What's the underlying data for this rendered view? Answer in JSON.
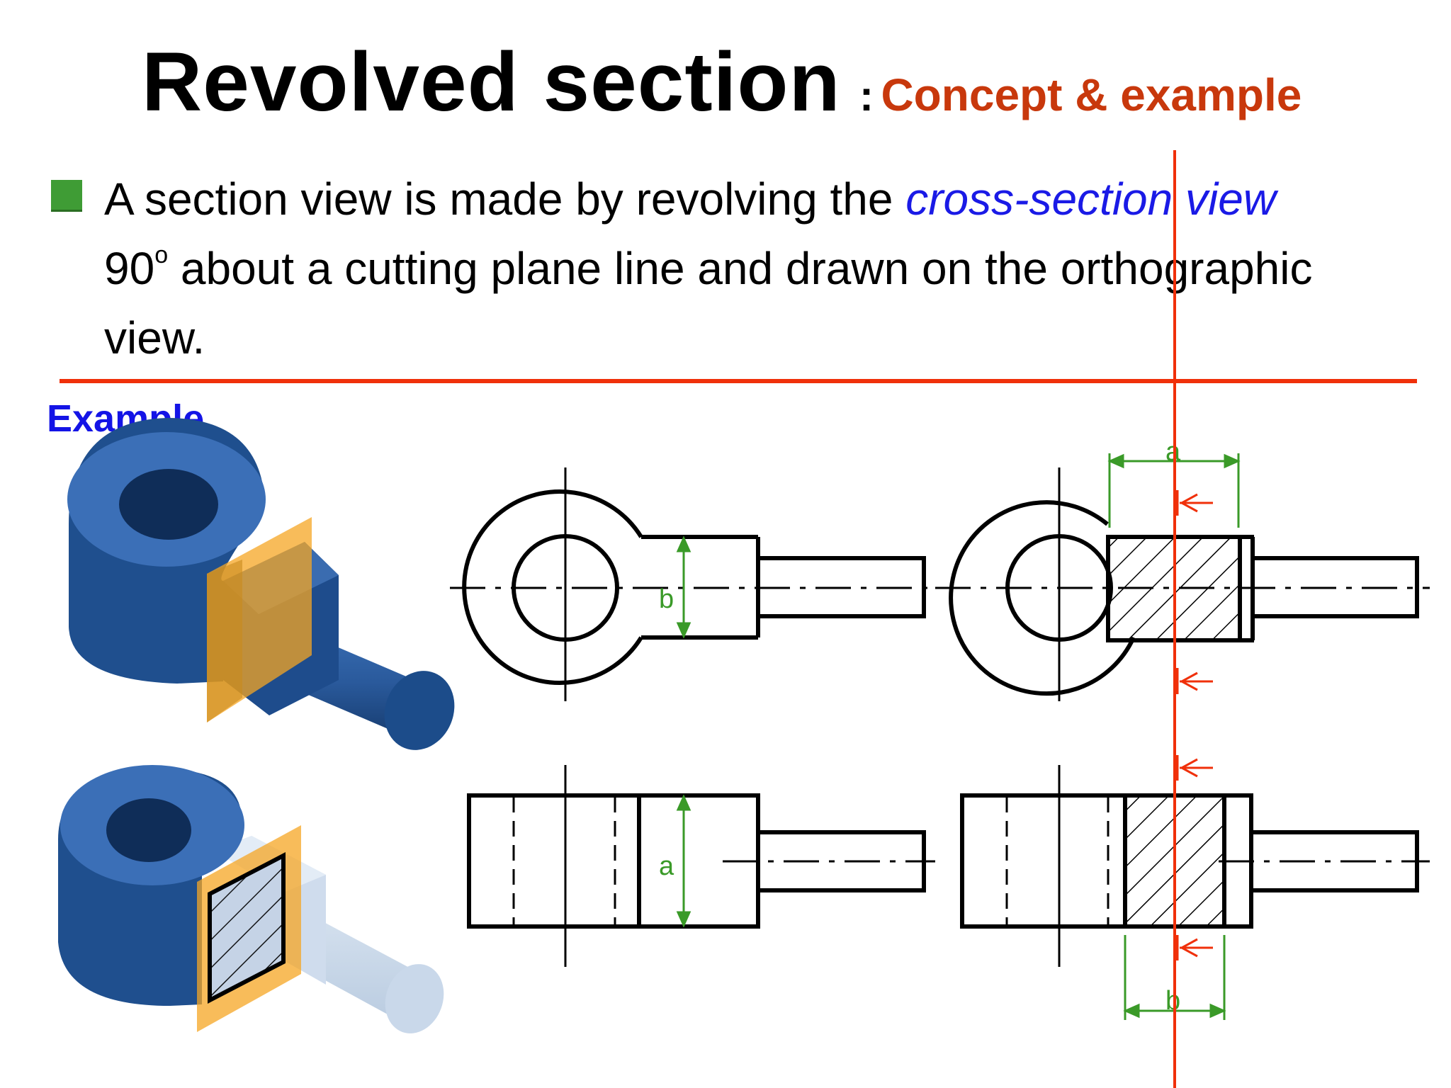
{
  "title": {
    "main": "Revolved section",
    "separator": ":",
    "subtitle": "Concept & example"
  },
  "bullet": {
    "line1_prefix": "A section view is made by revolving the",
    "line1_emphasis": "cross-section view",
    "line2_number": "90",
    "line2_superscript": "o",
    "line2_rest": "about a cutting plane line and drawn on the orthographic",
    "line3": "view."
  },
  "example_label": "Example",
  "dimensions": {
    "b": "b",
    "a": "a"
  },
  "colors": {
    "title_subtitle": "#c8380c",
    "emphasis_blue": "#1a1ae6",
    "example_blue": "#1414e6",
    "bullet_green": "#3f9c35",
    "rule_red": "#f0300a",
    "dimension_green": "#3a9a28",
    "part_blue": "#1f4f8e",
    "cut_plane_orange": "#f5a623"
  }
}
